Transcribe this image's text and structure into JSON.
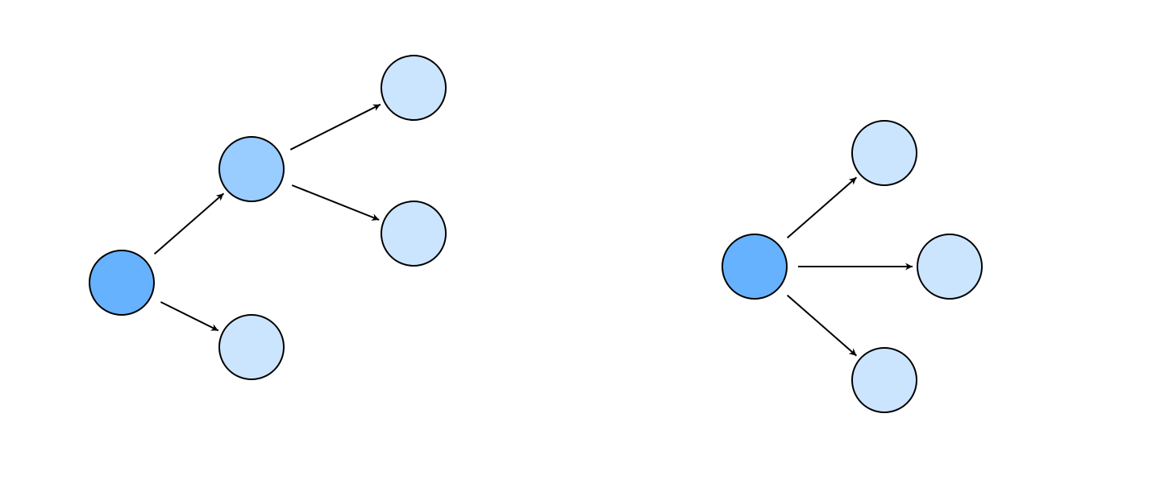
{
  "colors": {
    "root": "#66b2ff",
    "intermediate": "#99ccff",
    "leaf": "#cce5ff",
    "stroke": "#000000",
    "background": "#ffffff"
  },
  "diagrams": [
    {
      "name": "tree-left",
      "nodes": [
        {
          "id": "a",
          "role": "root"
        },
        {
          "id": "b",
          "role": "intermediate"
        },
        {
          "id": "c",
          "role": "leaf"
        },
        {
          "id": "d",
          "role": "leaf"
        },
        {
          "id": "e",
          "role": "leaf"
        }
      ],
      "edges": [
        {
          "from": "a",
          "to": "b"
        },
        {
          "from": "a",
          "to": "c"
        },
        {
          "from": "b",
          "to": "d"
        },
        {
          "from": "b",
          "to": "e"
        }
      ]
    },
    {
      "name": "star-right",
      "nodes": [
        {
          "id": "r",
          "role": "root"
        },
        {
          "id": "s",
          "role": "leaf"
        },
        {
          "id": "t",
          "role": "leaf"
        },
        {
          "id": "u",
          "role": "leaf"
        }
      ],
      "edges": [
        {
          "from": "r",
          "to": "s"
        },
        {
          "from": "r",
          "to": "t"
        },
        {
          "from": "r",
          "to": "u"
        }
      ]
    }
  ]
}
